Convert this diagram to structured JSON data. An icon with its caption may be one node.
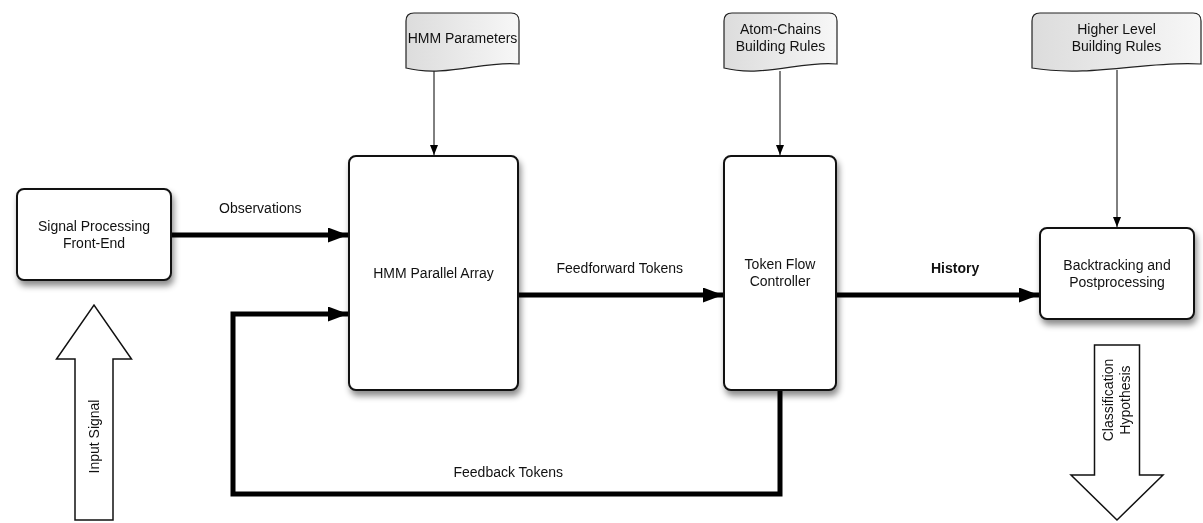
{
  "diagram": {
    "nodes": [
      {
        "text": [
          "Signal Processing Front-End"
        ]
      },
      {
        "text": [
          "HMM Parameters"
        ]
      },
      {
        "text": [
          "HMM Parallel Array"
        ]
      },
      {
        "text": [
          "Atom-Chains Building Rules"
        ]
      },
      {
        "text": [
          "Token Flow Controller"
        ]
      },
      {
        "text": [
          "Higher Level Building Rules"
        ]
      },
      {
        "text": [
          "Backtracking and Postprocessing"
        ]
      }
    ],
    "edges": [
      {
        "from": null,
        "to": 0,
        "arrow": "to",
        "label": "Input Signal"
      },
      {
        "from": 0,
        "to": 2,
        "arrow": "to",
        "label": "Observations"
      },
      {
        "from": 1,
        "to": 2,
        "arrow": "to"
      },
      {
        "from": 3,
        "to": 4,
        "arrow": "to"
      },
      {
        "from": 2,
        "to": 4,
        "arrow": "to",
        "label": "Feedforward Tokens"
      },
      {
        "from": 5,
        "to": 6,
        "arrow": "to"
      },
      {
        "from": 4,
        "to": 6,
        "arrow": "to",
        "label": "**History**"
      },
      {
        "from": 4,
        "to": 2,
        "arrow": "to",
        "label": "Feedback Tokens"
      },
      {
        "from": 6,
        "to": null,
        "arrow": "to",
        "label": "Classification Hypothesis"
      }
    ]
  }
}
